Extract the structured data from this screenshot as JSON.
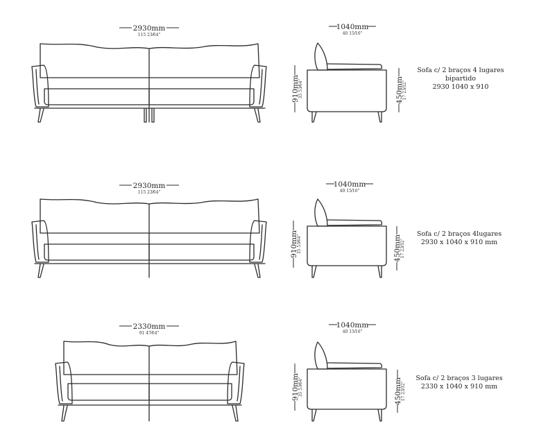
{
  "rows": [
    {
      "front_width": "2930mm",
      "front_width_inch": "115 23⁄64\"",
      "side_depth": "1040mm",
      "side_depth_inch": "40 15⁄16\"",
      "height": "910mm",
      "height_inch": "35 53⁄64\"",
      "seat_height": "450mm",
      "seat_height_inch": "17 23⁄32\"",
      "label_lines": [
        "Sofa c/ 2 braços 4 lugares",
        "bipartido",
        "2930 1040 x 910"
      ]
    },
    {
      "front_width": "2930mm",
      "front_width_inch": "115 23⁄64\"",
      "side_depth": "1040mm",
      "side_depth_inch": "40 15⁄16\"",
      "height": "910mm",
      "height_inch": "35 53⁄64\"",
      "seat_height": "450mm",
      "seat_height_inch": "17 23⁄32\"",
      "label_lines": [
        "Sofa c/ 2 braços 4lugares",
        "2930 x 1040 x 910 mm"
      ]
    },
    {
      "front_width": "2330mm",
      "front_width_inch": "91 47⁄64\"",
      "side_depth": "1040mm",
      "side_depth_inch": "40 15⁄16\"",
      "height": "910mm",
      "height_inch": "35 53⁄64\"",
      "seat_height": "450mm",
      "seat_height_inch": "17 23⁄32\"",
      "label_lines": [
        "Sofa c/ 2 braços 3 lugares",
        "2330 x 1040 x 910 mm"
      ]
    }
  ]
}
